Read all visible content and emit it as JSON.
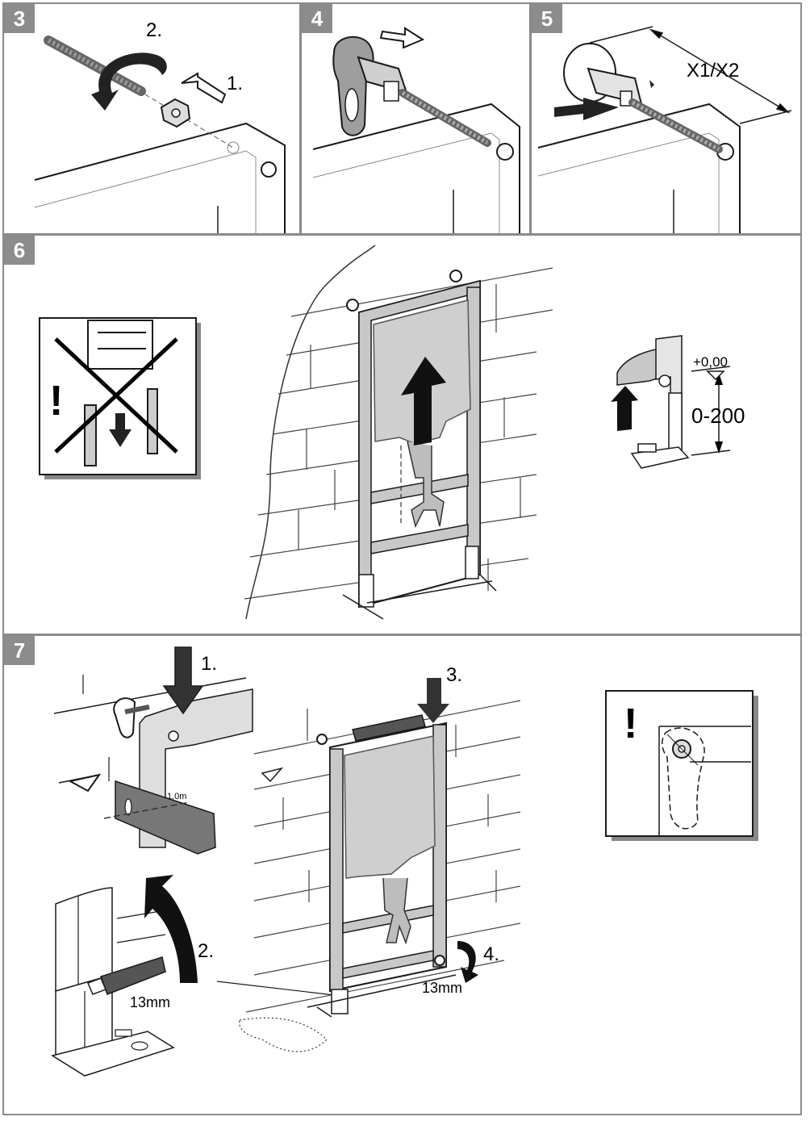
{
  "steps": [
    {
      "number": "3"
    },
    {
      "number": "4"
    },
    {
      "number": "5"
    },
    {
      "number": "6"
    },
    {
      "number": "7"
    }
  ],
  "step3": {
    "label_rotate": "2.",
    "label_push": "1."
  },
  "step5": {
    "dimension": "X1/X2"
  },
  "step6": {
    "level_mark": "+0,00",
    "range": "0-200",
    "warning": "!"
  },
  "step7": {
    "label_press": "1.",
    "label_level": "3.",
    "label_tighten": "2.",
    "label_turn": "4.",
    "wrench_left": "13mm",
    "wrench_right": "13mm",
    "level_text": "1,0m",
    "warning": "!"
  },
  "colors": {
    "badge": "#8c8c8c",
    "border": "#8a8a8a",
    "line": "#1a1a1a",
    "fill_grey": "#bdbdbd"
  }
}
